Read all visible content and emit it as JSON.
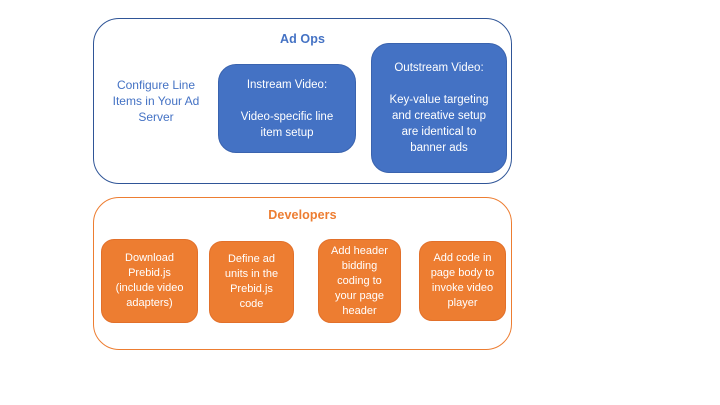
{
  "colors": {
    "blue_fill": "#4472c4",
    "blue_border": "#2f5597",
    "blue_text": "#4472c4",
    "orange_fill": "#ed7d31",
    "orange_text": "#ed7d31",
    "box_text": "#ffffff",
    "background": "#ffffff"
  },
  "ad_ops": {
    "title": "Ad Ops",
    "side_note": "Configure Line\nItems in Your Ad\nServer",
    "boxes": [
      {
        "text": "Instream Video:\n\nVideo-specific line\nitem setup"
      },
      {
        "text": "Outstream Video:\n\nKey-value targeting\nand creative setup\nare identical to\nbanner ads"
      }
    ]
  },
  "developers": {
    "title": "Developers",
    "boxes": [
      {
        "text": "Download\nPrebid.js\n(include video\nadapters)"
      },
      {
        "text": "Define ad\nunits in the\nPrebid.js\ncode"
      },
      {
        "text": "Add header\nbidding\ncoding to\nyour page\nheader"
      },
      {
        "text": "Add code in\npage body to\ninvoke video\nplayer"
      }
    ]
  }
}
